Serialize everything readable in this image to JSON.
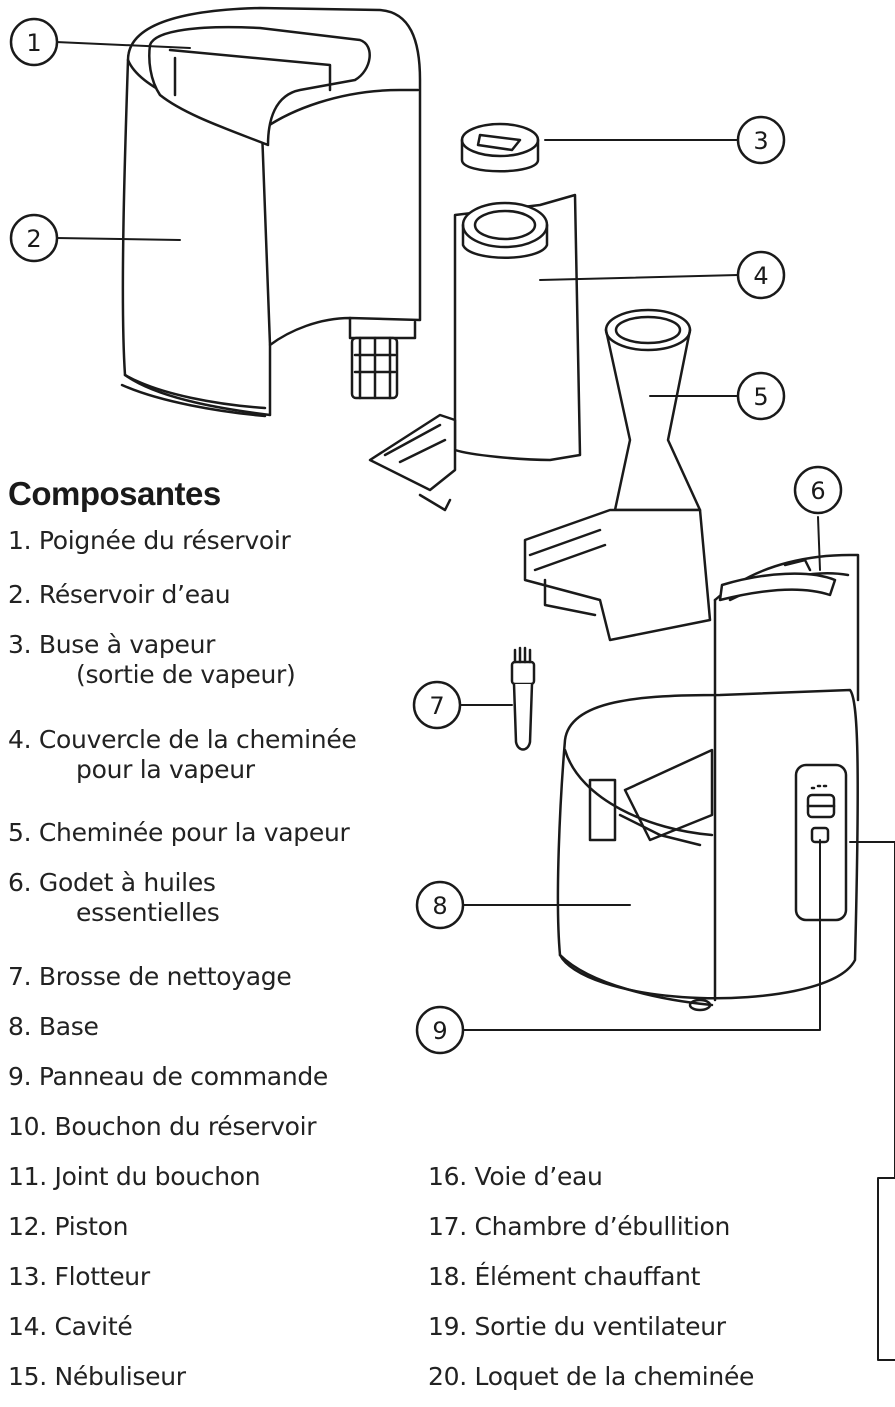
{
  "section_title": "Composantes",
  "callouts": [
    "1",
    "2",
    "3",
    "4",
    "5",
    "6",
    "7",
    "8",
    "9"
  ],
  "components_left": [
    {
      "text": "1. Poignée du réservoir"
    },
    {
      "text": "2. Réservoir d’eau"
    },
    {
      "text": "3. Buse à vapeur",
      "sub": "(sortie de vapeur)"
    },
    {
      "text": "4. Couvercle de la cheminée",
      "sub": "pour la vapeur"
    },
    {
      "text": "5. Cheminée pour la vapeur"
    },
    {
      "text": "6. Godet à huiles",
      "sub": "essentielles"
    },
    {
      "text": "7. Brosse de nettoyage"
    },
    {
      "text": "8. Base"
    },
    {
      "text": "9. Panneau de commande"
    },
    {
      "text": "10. Bouchon du réservoir"
    },
    {
      "text": "11. Joint du bouchon"
    },
    {
      "text": "12. Piston"
    },
    {
      "text": "13. Flotteur"
    },
    {
      "text": "14. Cavité"
    },
    {
      "text": "15. Nébuliseur"
    }
  ],
  "components_right": [
    {
      "text": "16. Voie d’eau"
    },
    {
      "text": "17. Chambre d’ébullition"
    },
    {
      "text": "18. Élément chauffant"
    },
    {
      "text": "19. Sortie du ventilateur"
    },
    {
      "text": "20. Loquet de la cheminée"
    }
  ]
}
